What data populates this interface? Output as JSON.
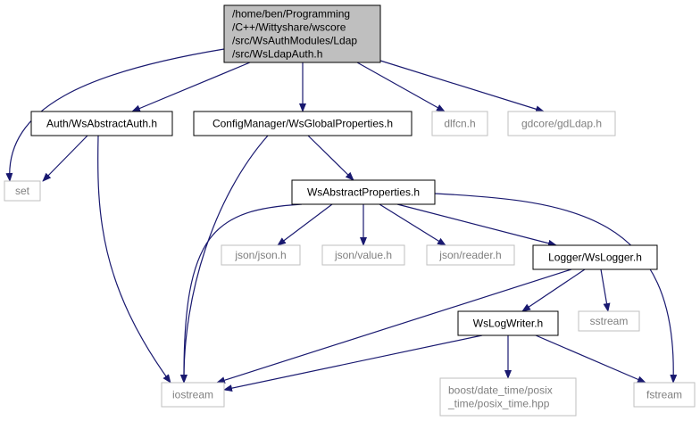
{
  "diagram": {
    "colors": {
      "edge": "#191970",
      "root_fill": "#bfbfbf",
      "node_stroke": "#000000",
      "external_stroke": "#bfbfbf",
      "external_text": "#7f7f7f"
    },
    "nodes": [
      {
        "id": "root",
        "kind": "root",
        "lines": [
          "/home/ben/Programming",
          "/C++/Wittyshare/wscore",
          "/src/WsAuthModules/Ldap",
          "/src/WsLdapAuth.h"
        ]
      },
      {
        "id": "set",
        "kind": "external",
        "lines": [
          "set"
        ]
      },
      {
        "id": "auth",
        "kind": "internal",
        "lines": [
          "Auth/WsAbstractAuth.h"
        ]
      },
      {
        "id": "config",
        "kind": "internal",
        "lines": [
          "ConfigManager/WsGlobalProperties.h"
        ]
      },
      {
        "id": "dlfcn",
        "kind": "external",
        "lines": [
          "dlfcn.h"
        ]
      },
      {
        "id": "gdldap",
        "kind": "external",
        "lines": [
          "gdcore/gdLdap.h"
        ]
      },
      {
        "id": "absprops",
        "kind": "internal",
        "lines": [
          "WsAbstractProperties.h"
        ]
      },
      {
        "id": "jsonjson",
        "kind": "external",
        "lines": [
          "json/json.h"
        ]
      },
      {
        "id": "jsonvalue",
        "kind": "external",
        "lines": [
          "json/value.h"
        ]
      },
      {
        "id": "jsonreader",
        "kind": "external",
        "lines": [
          "json/reader.h"
        ]
      },
      {
        "id": "logger",
        "kind": "internal",
        "lines": [
          "Logger/WsLogger.h"
        ]
      },
      {
        "id": "logwriter",
        "kind": "internal",
        "lines": [
          "WsLogWriter.h"
        ]
      },
      {
        "id": "sstream",
        "kind": "external",
        "lines": [
          "sstream"
        ]
      },
      {
        "id": "iostream",
        "kind": "external",
        "lines": [
          "iostream"
        ]
      },
      {
        "id": "posix",
        "kind": "external",
        "lines": [
          "boost/date_time/posix",
          "_time/posix_time.hpp"
        ]
      },
      {
        "id": "fstream",
        "kind": "external",
        "lines": [
          "fstream"
        ]
      }
    ],
    "edges": [
      {
        "from": "root",
        "to": "set"
      },
      {
        "from": "root",
        "to": "auth"
      },
      {
        "from": "root",
        "to": "config"
      },
      {
        "from": "root",
        "to": "dlfcn"
      },
      {
        "from": "root",
        "to": "gdldap"
      },
      {
        "from": "auth",
        "to": "set"
      },
      {
        "from": "auth",
        "to": "iostream"
      },
      {
        "from": "config",
        "to": "iostream"
      },
      {
        "from": "config",
        "to": "absprops"
      },
      {
        "from": "absprops",
        "to": "iostream"
      },
      {
        "from": "absprops",
        "to": "jsonjson"
      },
      {
        "from": "absprops",
        "to": "jsonvalue"
      },
      {
        "from": "absprops",
        "to": "jsonreader"
      },
      {
        "from": "absprops",
        "to": "logger"
      },
      {
        "from": "absprops",
        "to": "fstream"
      },
      {
        "from": "logger",
        "to": "iostream"
      },
      {
        "from": "logger",
        "to": "logwriter"
      },
      {
        "from": "logger",
        "to": "sstream"
      },
      {
        "from": "logwriter",
        "to": "iostream"
      },
      {
        "from": "logwriter",
        "to": "posix"
      },
      {
        "from": "logwriter",
        "to": "fstream"
      }
    ]
  }
}
